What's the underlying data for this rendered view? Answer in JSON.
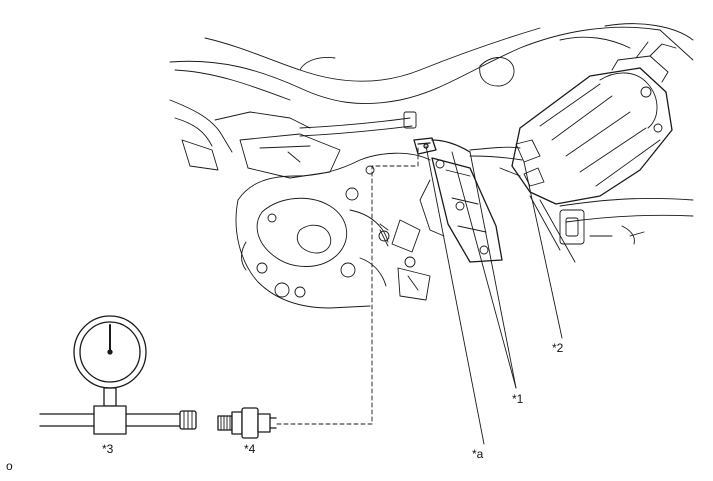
{
  "callouts": {
    "part1": "*1",
    "part2": "*2",
    "part3": "*3",
    "part4": "*4",
    "point_a": "*a"
  },
  "corner_mark": "o",
  "colors": {
    "line": "#1a1a1a",
    "background": "#ffffff"
  }
}
